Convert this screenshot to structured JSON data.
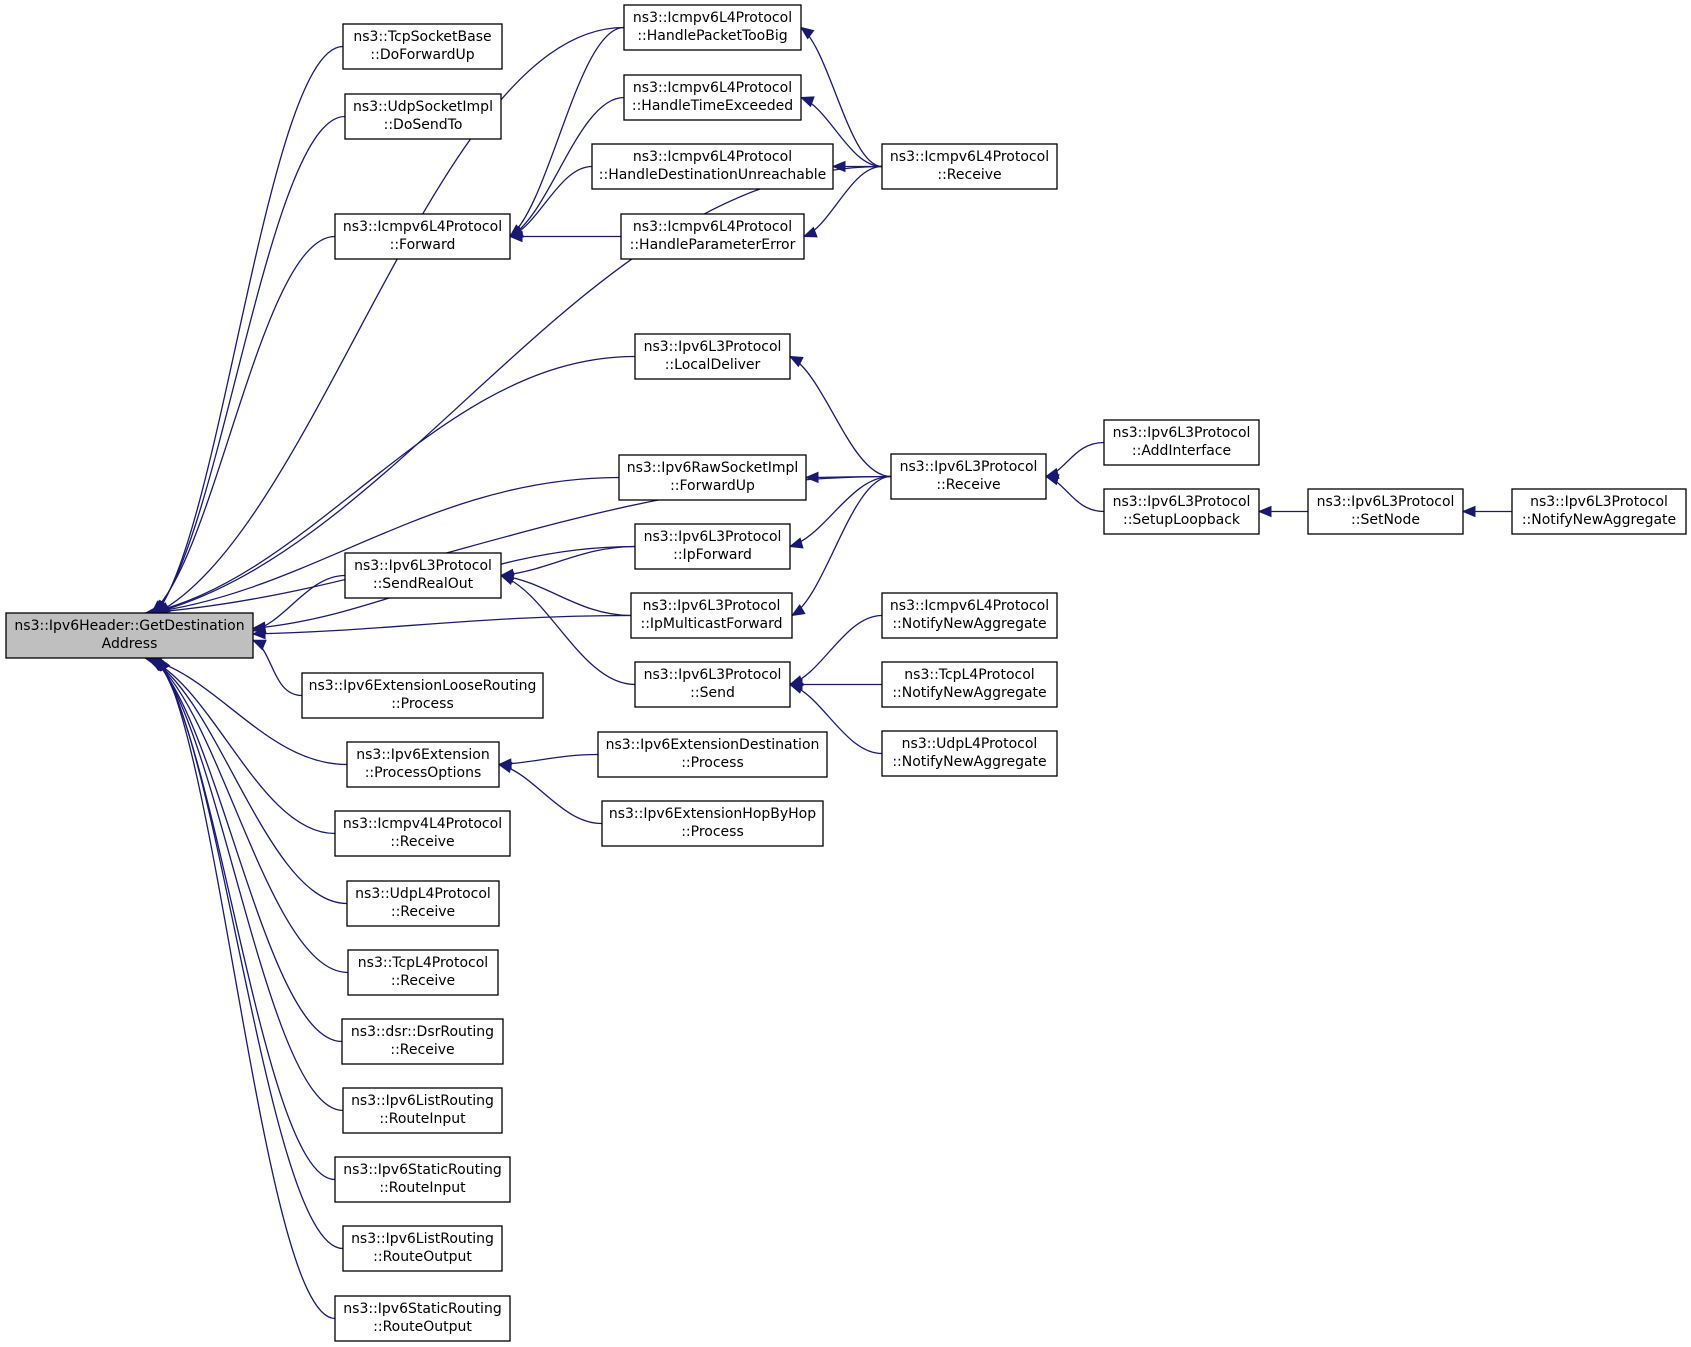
{
  "diagram": {
    "type": "call-graph",
    "colors": {
      "edge": "#191970",
      "root_fill": "#bfbfbf",
      "node_fill": "#ffffff",
      "border": "#000000"
    },
    "nodes": [
      {
        "id": "root",
        "line1": "ns3::Ipv6Header::GetDestination",
        "line2": "Address",
        "root": true
      },
      {
        "id": "tcpsock",
        "line1": "ns3::TcpSocketBase",
        "line2": "::DoForwardUp"
      },
      {
        "id": "udpsock",
        "line1": "ns3::UdpSocketImpl",
        "line2": "::DoSendTo"
      },
      {
        "id": "icmpfwd",
        "line1": "ns3::Icmpv6L4Protocol",
        "line2": "::Forward"
      },
      {
        "id": "icmpptb",
        "line1": "ns3::Icmpv6L4Protocol",
        "line2": "::HandlePacketTooBig"
      },
      {
        "id": "icmpte",
        "line1": "ns3::Icmpv6L4Protocol",
        "line2": "::HandleTimeExceeded"
      },
      {
        "id": "icmpdu",
        "line1": "ns3::Icmpv6L4Protocol",
        "line2": "::HandleDestinationUnreachable"
      },
      {
        "id": "icmppe",
        "line1": "ns3::Icmpv6L4Protocol",
        "line2": "::HandleParameterError"
      },
      {
        "id": "icmprecv",
        "line1": "ns3::Icmpv6L4Protocol",
        "line2": "::Receive"
      },
      {
        "id": "localdel",
        "line1": "ns3::Ipv6L3Protocol",
        "line2": "::LocalDeliver"
      },
      {
        "id": "rawfwd",
        "line1": "ns3::Ipv6RawSocketImpl",
        "line2": "::ForwardUp"
      },
      {
        "id": "ipfwd",
        "line1": "ns3::Ipv6L3Protocol",
        "line2": "::IpForward"
      },
      {
        "id": "sendreal",
        "line1": "ns3::Ipv6L3Protocol",
        "line2": "::SendRealOut"
      },
      {
        "id": "ipmcast",
        "line1": "ns3::Ipv6L3Protocol",
        "line2": "::IpMulticastForward"
      },
      {
        "id": "send",
        "line1": "ns3::Ipv6L3Protocol",
        "line2": "::Send"
      },
      {
        "id": "l3recv",
        "line1": "ns3::Ipv6L3Protocol",
        "line2": "::Receive"
      },
      {
        "id": "addif",
        "line1": "ns3::Ipv6L3Protocol",
        "line2": "::AddInterface"
      },
      {
        "id": "setuploop",
        "line1": "ns3::Ipv6L3Protocol",
        "line2": "::SetupLoopback"
      },
      {
        "id": "setnode",
        "line1": "ns3::Ipv6L3Protocol",
        "line2": "::SetNode"
      },
      {
        "id": "l3nna",
        "line1": "ns3::Ipv6L3Protocol",
        "line2": "::NotifyNewAggregate"
      },
      {
        "id": "icmpnna",
        "line1": "ns3::Icmpv6L4Protocol",
        "line2": "::NotifyNewAggregate"
      },
      {
        "id": "tcpnna",
        "line1": "ns3::TcpL4Protocol",
        "line2": "::NotifyNewAggregate"
      },
      {
        "id": "udpnna",
        "line1": "ns3::UdpL4Protocol",
        "line2": "::NotifyNewAggregate"
      },
      {
        "id": "looseproc",
        "line1": "ns3::Ipv6ExtensionLooseRouting",
        "line2": "::Process"
      },
      {
        "id": "extopts",
        "line1": "ns3::Ipv6Extension",
        "line2": "::ProcessOptions"
      },
      {
        "id": "destproc",
        "line1": "ns3::Ipv6ExtensionDestination",
        "line2": "::Process"
      },
      {
        "id": "hopproc",
        "line1": "ns3::Ipv6ExtensionHopByHop",
        "line2": "::Process"
      },
      {
        "id": "icmp4recv",
        "line1": "ns3::Icmpv4L4Protocol",
        "line2": "::Receive"
      },
      {
        "id": "udprecv",
        "line1": "ns3::UdpL4Protocol",
        "line2": "::Receive"
      },
      {
        "id": "tcprecv",
        "line1": "ns3::TcpL4Protocol",
        "line2": "::Receive"
      },
      {
        "id": "dsrrecv",
        "line1": "ns3::dsr::DsrRouting",
        "line2": "::Receive"
      },
      {
        "id": "listin",
        "line1": "ns3::Ipv6ListRouting",
        "line2": "::RouteInput"
      },
      {
        "id": "staticin",
        "line1": "ns3::Ipv6StaticRouting",
        "line2": "::RouteInput"
      },
      {
        "id": "listout",
        "line1": "ns3::Ipv6ListRouting",
        "line2": "::RouteOutput"
      },
      {
        "id": "staticout",
        "line1": "ns3::Ipv6StaticRouting",
        "line2": "::RouteOutput"
      }
    ],
    "edges": [
      {
        "from": "tcpsock",
        "to": "root"
      },
      {
        "from": "udpsock",
        "to": "root"
      },
      {
        "from": "icmpptb",
        "to": "root"
      },
      {
        "from": "icmpfwd",
        "to": "root"
      },
      {
        "from": "icmprecv",
        "to": "root"
      },
      {
        "from": "localdel",
        "to": "root"
      },
      {
        "from": "l3recv",
        "to": "root"
      },
      {
        "from": "rawfwd",
        "to": "root"
      },
      {
        "from": "ipfwd",
        "to": "root"
      },
      {
        "from": "sendreal",
        "to": "root"
      },
      {
        "from": "ipmcast",
        "to": "root"
      },
      {
        "from": "looseproc",
        "to": "root"
      },
      {
        "from": "extopts",
        "to": "root"
      },
      {
        "from": "icmp4recv",
        "to": "root"
      },
      {
        "from": "udprecv",
        "to": "root"
      },
      {
        "from": "tcprecv",
        "to": "root"
      },
      {
        "from": "dsrrecv",
        "to": "root"
      },
      {
        "from": "listin",
        "to": "root"
      },
      {
        "from": "staticin",
        "to": "root"
      },
      {
        "from": "listout",
        "to": "root"
      },
      {
        "from": "staticout",
        "to": "root"
      },
      {
        "from": "icmpptb",
        "to": "icmpfwd"
      },
      {
        "from": "icmpte",
        "to": "icmpfwd"
      },
      {
        "from": "icmpdu",
        "to": "icmpfwd"
      },
      {
        "from": "icmppe",
        "to": "icmpfwd"
      },
      {
        "from": "icmprecv",
        "to": "icmpptb"
      },
      {
        "from": "icmprecv",
        "to": "icmpte"
      },
      {
        "from": "icmprecv",
        "to": "icmpdu"
      },
      {
        "from": "icmprecv",
        "to": "icmppe"
      },
      {
        "from": "l3recv",
        "to": "localdel"
      },
      {
        "from": "l3recv",
        "to": "rawfwd"
      },
      {
        "from": "l3recv",
        "to": "ipfwd"
      },
      {
        "from": "l3recv",
        "to": "ipmcast"
      },
      {
        "from": "addif",
        "to": "l3recv"
      },
      {
        "from": "setuploop",
        "to": "l3recv"
      },
      {
        "from": "setnode",
        "to": "setuploop"
      },
      {
        "from": "l3nna",
        "to": "setnode"
      },
      {
        "from": "ipfwd",
        "to": "sendreal"
      },
      {
        "from": "ipmcast",
        "to": "sendreal"
      },
      {
        "from": "send",
        "to": "sendreal"
      },
      {
        "from": "icmpnna",
        "to": "send"
      },
      {
        "from": "tcpnna",
        "to": "send"
      },
      {
        "from": "udpnna",
        "to": "send"
      },
      {
        "from": "destproc",
        "to": "extopts"
      },
      {
        "from": "hopproc",
        "to": "extopts"
      }
    ]
  }
}
